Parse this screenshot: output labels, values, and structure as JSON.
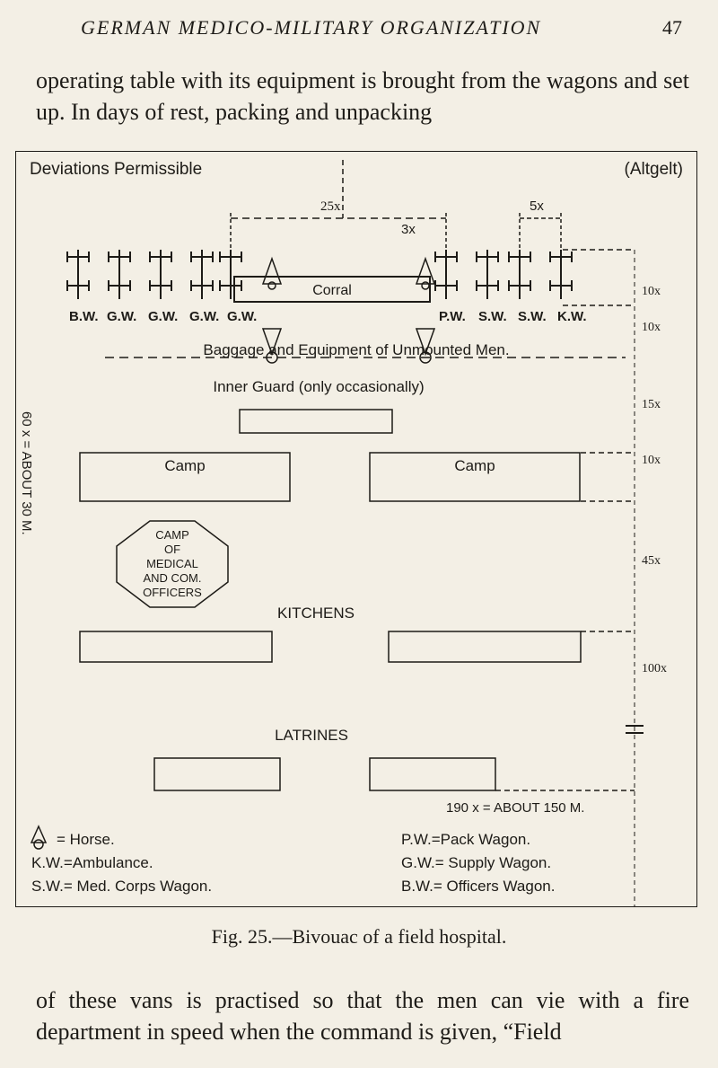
{
  "header": {
    "running_title": "GERMAN MEDICO-MILITARY ORGANIZATION",
    "page_number": "47"
  },
  "text": {
    "top_paragraph": "operating table with its equipment is brought from the wagons and set up. In days of rest, packing and unpacking",
    "bottom_paragraph": "of these vans is practised so that the men can vie with a fire department in speed when the command is given, “Field"
  },
  "figure": {
    "caption": "Fig. 25.—Bivouac of a field hospital.",
    "deviations": "Deviations Permissible",
    "altgelt": "(Altgelt)",
    "side_label": "60 x = ABOUT 30 M.",
    "dim_25x": "25x",
    "dim_3x": "3x",
    "dim_5x": "5x",
    "corral": "Corral",
    "wagons_left": [
      "B.W.",
      "G.W.",
      "G.W.",
      "G.W.",
      "G.W."
    ],
    "wagons_right": [
      "P.W.",
      "S.W.",
      "S.W.",
      "K.W."
    ],
    "baggage": "Baggage and Equipment of Unmounted Men.",
    "inner_guard": "Inner Guard (only occasionally)",
    "camp": "Camp",
    "officers_camp": [
      "CAMP",
      "OF",
      "MEDICAL",
      "AND COM.",
      "OFFICERS"
    ],
    "kitchens": "KITCHENS",
    "latrines": "LATRINES",
    "spacings": [
      "10x",
      "10x",
      "15x",
      "10x",
      "45x",
      "100x"
    ],
    "scale_note": "190 x = ABOUT 150 M.",
    "legend": {
      "horse": "= Horse.",
      "kw": "K.W.=Ambulance.",
      "sw": "S.W.= Med. Corps Wagon.",
      "pw": "P.W.=Pack Wagon.",
      "gw": "G.W.= Supply Wagon.",
      "bw": "B.W.= Officers Wagon."
    }
  }
}
